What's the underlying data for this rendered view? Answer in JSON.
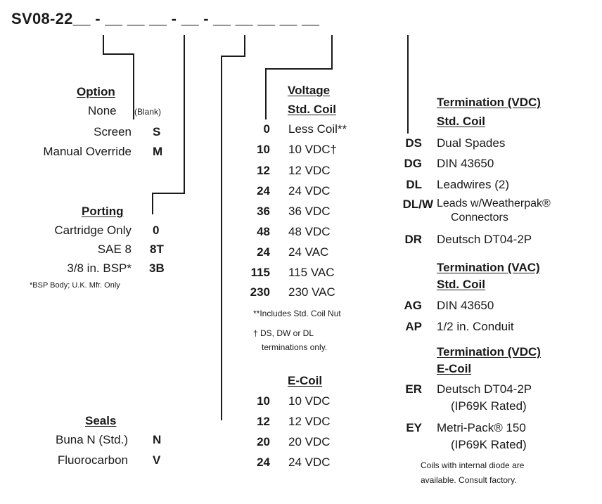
{
  "model_code": "SV08-22__ - __ __ __ - __ - __ __ __ __ __",
  "option": {
    "title": "Option",
    "items": [
      {
        "label": "None",
        "sub": "(Blank)",
        "code": ""
      },
      {
        "label": "Screen",
        "code": "S"
      },
      {
        "label": "Manual Override",
        "code": "M"
      }
    ]
  },
  "porting": {
    "title": "Porting",
    "items": [
      {
        "label": "Cartridge Only",
        "code": "0"
      },
      {
        "label": "SAE 8",
        "code": "8T"
      },
      {
        "label": "3/8 in. BSP*",
        "code": "3B"
      }
    ],
    "note": "*BSP Body; U.K. Mfr. Only"
  },
  "seals": {
    "title": "Seals",
    "items": [
      {
        "label": "Buna N (Std.)",
        "code": "N"
      },
      {
        "label": "Fluorocarbon",
        "code": "V"
      }
    ]
  },
  "voltage": {
    "title": "Voltage",
    "subtitle": "Std. Coil",
    "items": [
      {
        "code": "0",
        "label": "Less Coil**"
      },
      {
        "code": "10",
        "label": "10 VDC†"
      },
      {
        "code": "12",
        "label": "12 VDC"
      },
      {
        "code": "24",
        "label": "24 VDC"
      },
      {
        "code": "36",
        "label": "36 VDC"
      },
      {
        "code": "48",
        "label": "48 VDC"
      },
      {
        "code": "24",
        "label": "24 VAC"
      },
      {
        "code": "115",
        "label": "115 VAC"
      },
      {
        "code": "230",
        "label": "230 VAC"
      }
    ],
    "note1": "**Includes Std. Coil Nut",
    "note2_line1": "† DS, DW or DL",
    "note2_line2": "terminations only."
  },
  "ecoil": {
    "title": "E-Coil",
    "items": [
      {
        "code": "10",
        "label": "10 VDC"
      },
      {
        "code": "12",
        "label": "12 VDC"
      },
      {
        "code": "20",
        "label": "20 VDC"
      },
      {
        "code": "24",
        "label": "24 VDC"
      }
    ]
  },
  "term_vdc": {
    "title": "Termination (VDC)",
    "subtitle": "Std. Coil",
    "items": [
      {
        "code": "DS",
        "label": "Dual Spades"
      },
      {
        "code": "DG",
        "label": "DIN 43650"
      },
      {
        "code": "DL",
        "label": "Leadwires (2)"
      },
      {
        "code": "DL/W",
        "label": "Leads w/Weatherpak®",
        "label2": "Connectors"
      },
      {
        "code": "DR",
        "label": "Deutsch DT04-2P"
      }
    ]
  },
  "term_vac": {
    "title": "Termination (VAC)",
    "subtitle": "Std. Coil",
    "items": [
      {
        "code": "AG",
        "label": "DIN 43650"
      },
      {
        "code": "AP",
        "label": "1/2 in. Conduit"
      }
    ]
  },
  "term_ecoil": {
    "title": "Termination (VDC)",
    "subtitle": "E-Coil",
    "items": [
      {
        "code": "ER",
        "label": "Deutsch DT04-2P",
        "label2": "(IP69K Rated)"
      },
      {
        "code": "EY",
        "label": "Metri-Pack® 150",
        "label2": "(IP69K Rated)"
      }
    ],
    "note_line1": "Coils with internal diode are",
    "note_line2": "available. Consult factory."
  }
}
